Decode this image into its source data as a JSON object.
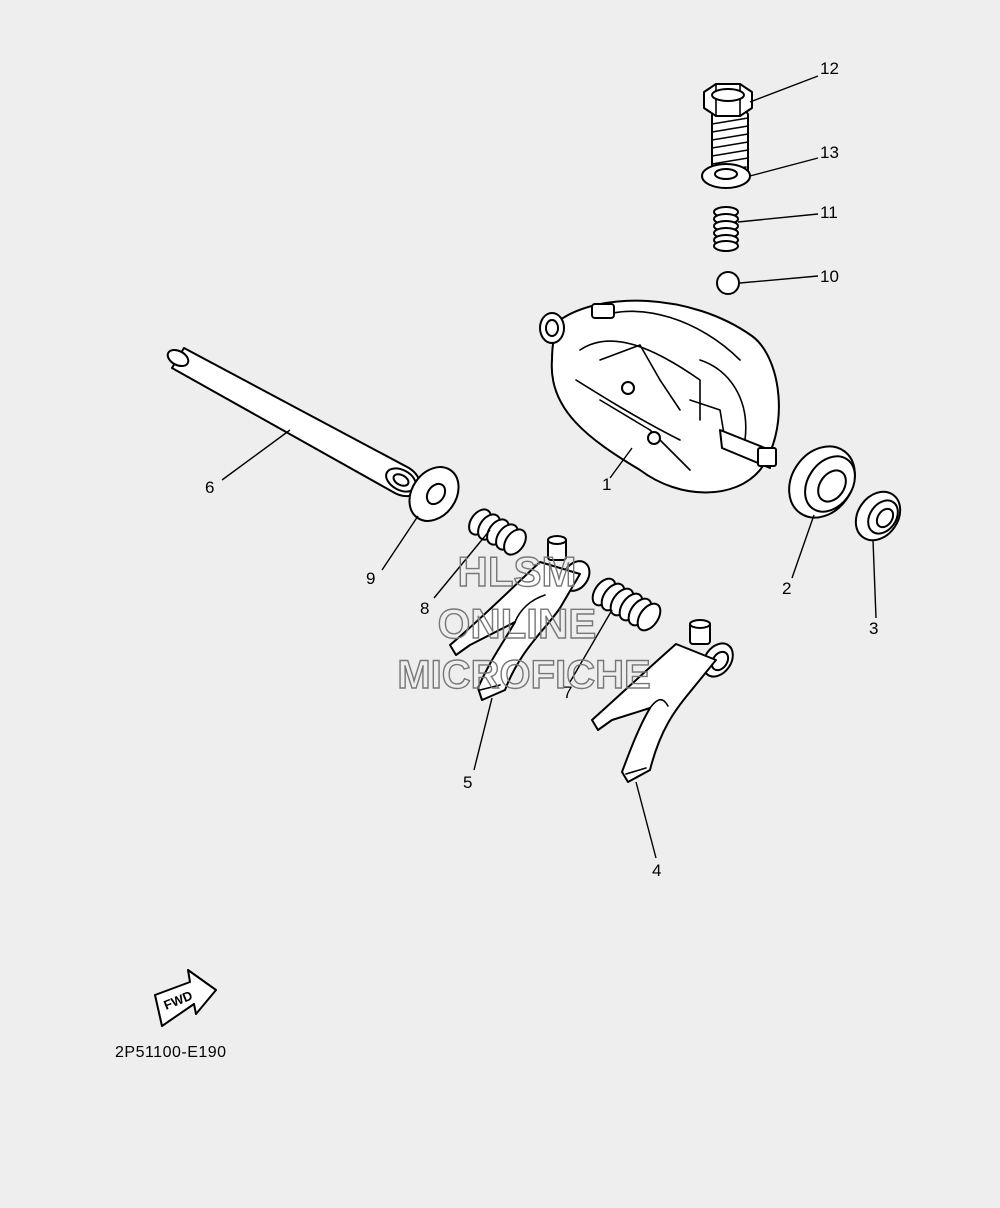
{
  "callouts": [
    "1",
    "2",
    "3",
    "4",
    "5",
    "6",
    "7",
    "8",
    "9",
    "10",
    "11",
    "12",
    "13"
  ],
  "diagram_code": "2P51100-E190",
  "fwd_label": "FWD",
  "watermark": {
    "line1": "HLSM",
    "line2": "ONLINE",
    "line3": "MICROFICHE"
  },
  "colors": {
    "background": "#eeeeee",
    "ink": "#000000",
    "watermark": "#777777"
  }
}
